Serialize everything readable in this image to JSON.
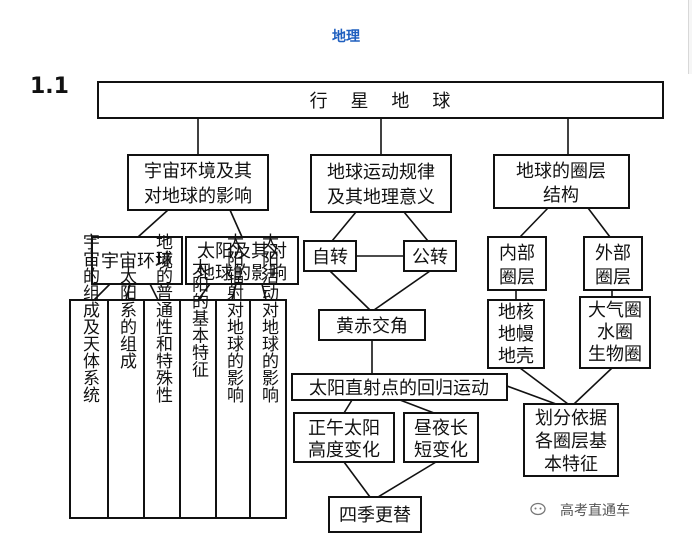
{
  "page": {
    "title": "地理",
    "section": "1.1"
  },
  "diagram": {
    "root": "行    星    地    球",
    "level1": {
      "cosmos_impact": [
        "宇宙环境及其",
        "对地球的影响"
      ],
      "earth_motion": [
        "地球运动规律",
        "及其地理意义"
      ],
      "spheres": [
        "地球的圈层",
        "结构"
      ]
    },
    "cosmos": {
      "environment": "宇宙环境",
      "sun_impact": [
        "太阳及其对",
        "地球的影响"
      ],
      "leaf_1": "宇宙的组成及天体系统",
      "leaf_2": "太阳系的组成",
      "leaf_3": "地球的普通性和特殊性",
      "leaf_4": "太阳的基本特征",
      "leaf_5": "太阳辐射对地球的影响",
      "leaf_6": "太阳活动对地球的影响"
    },
    "motion": {
      "rotation": "自转",
      "revolution": "公转",
      "obliquity": "黄赤交角",
      "subsolar": "太阳直射点的回归运动",
      "noon_altitude": [
        "正午太阳",
        "高度变化"
      ],
      "day_length": [
        "昼夜长",
        "短变化"
      ],
      "seasons": "四季更替"
    },
    "spheres": {
      "inner": [
        "内部",
        "圈层"
      ],
      "outer": [
        "外部",
        "圈层"
      ],
      "inner_list": [
        "地核",
        "地幔",
        "地壳"
      ],
      "outer_list": [
        "大气圈",
        "水圈",
        "生物圈"
      ],
      "basis": [
        "划分依据",
        "各圈层基",
        "本特征"
      ]
    }
  },
  "watermark": {
    "icon": "wechat-channel-icon",
    "text": "高考直通车"
  }
}
